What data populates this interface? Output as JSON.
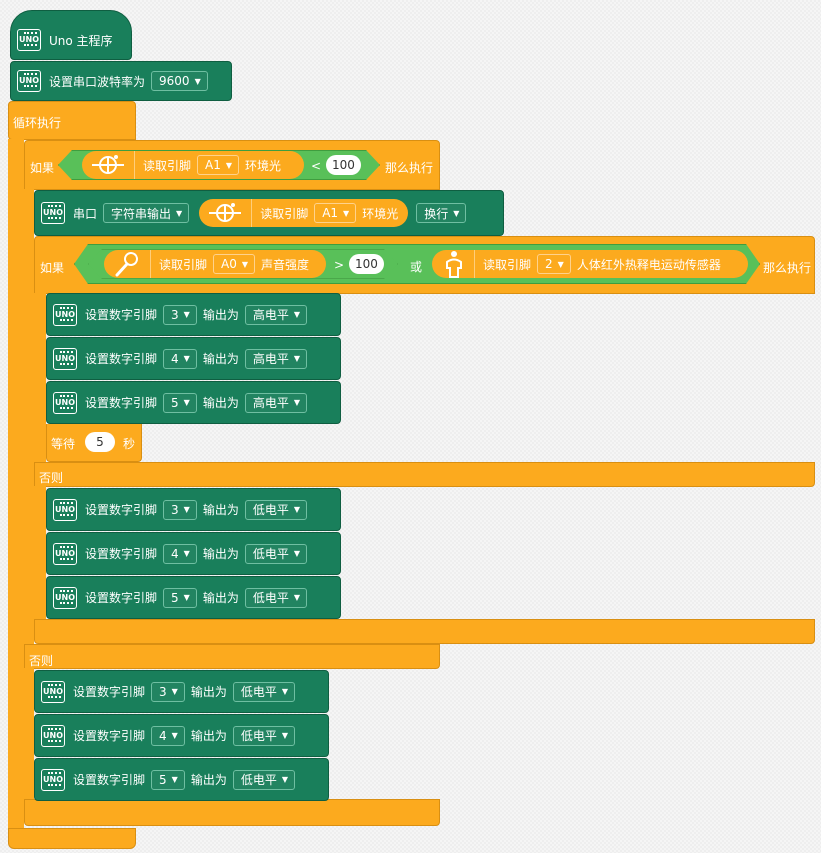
{
  "colors": {
    "control": "#fcaa1e",
    "board": "#197f5b",
    "logic": "#59c059",
    "sensor": "#fcaa1e"
  },
  "board_icon_text": "UNO",
  "main_program": "Uno 主程序",
  "serial_setup": {
    "label": "设置串口波特率为",
    "baud": "9600"
  },
  "loop": {
    "label": "循环执行"
  },
  "if1": {
    "if_label": "如果",
    "then_label": "那么执行",
    "else_label": "否则",
    "sensor": {
      "read_label": "读取引脚",
      "pin": "A1",
      "name": "环境光"
    },
    "operator": "<",
    "value": "100"
  },
  "serial_print": {
    "label": "串口",
    "mode": "字符串输出",
    "read_label": "读取引脚",
    "pin": "A1",
    "name": "环境光",
    "newline": "换行"
  },
  "if2": {
    "if_label": "如果",
    "then_label": "那么执行",
    "else_label": "否则",
    "or_label": "或",
    "sensor_a": {
      "read_label": "读取引脚",
      "pin": "A0",
      "name": "声音强度"
    },
    "operator": ">",
    "value": "100",
    "sensor_b": {
      "read_label": "读取引脚",
      "pin": "2",
      "name": "人体红外热释电运动传感器"
    }
  },
  "digital_label": "设置数字引脚",
  "output_label": "输出为",
  "wait": {
    "label": "等待",
    "value": "5",
    "unit": "秒"
  },
  "then_writes": [
    {
      "pin": "3",
      "level": "高电平"
    },
    {
      "pin": "4",
      "level": "高电平"
    },
    {
      "pin": "5",
      "level": "高电平"
    }
  ],
  "else_writes": [
    {
      "pin": "3",
      "level": "低电平"
    },
    {
      "pin": "4",
      "level": "低电平"
    },
    {
      "pin": "5",
      "level": "低电平"
    }
  ],
  "outer_else_writes": [
    {
      "pin": "3",
      "level": "低电平"
    },
    {
      "pin": "4",
      "level": "低电平"
    },
    {
      "pin": "5",
      "level": "低电平"
    }
  ]
}
